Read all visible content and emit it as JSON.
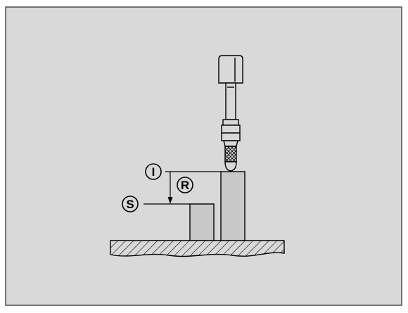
{
  "labels": {
    "i": "I",
    "r": "R",
    "s": "S"
  },
  "colors": {
    "panel": "#d9d9d9",
    "block": "#c8c8c8",
    "stroke": "#000000",
    "frame": "#4d4d4d"
  }
}
